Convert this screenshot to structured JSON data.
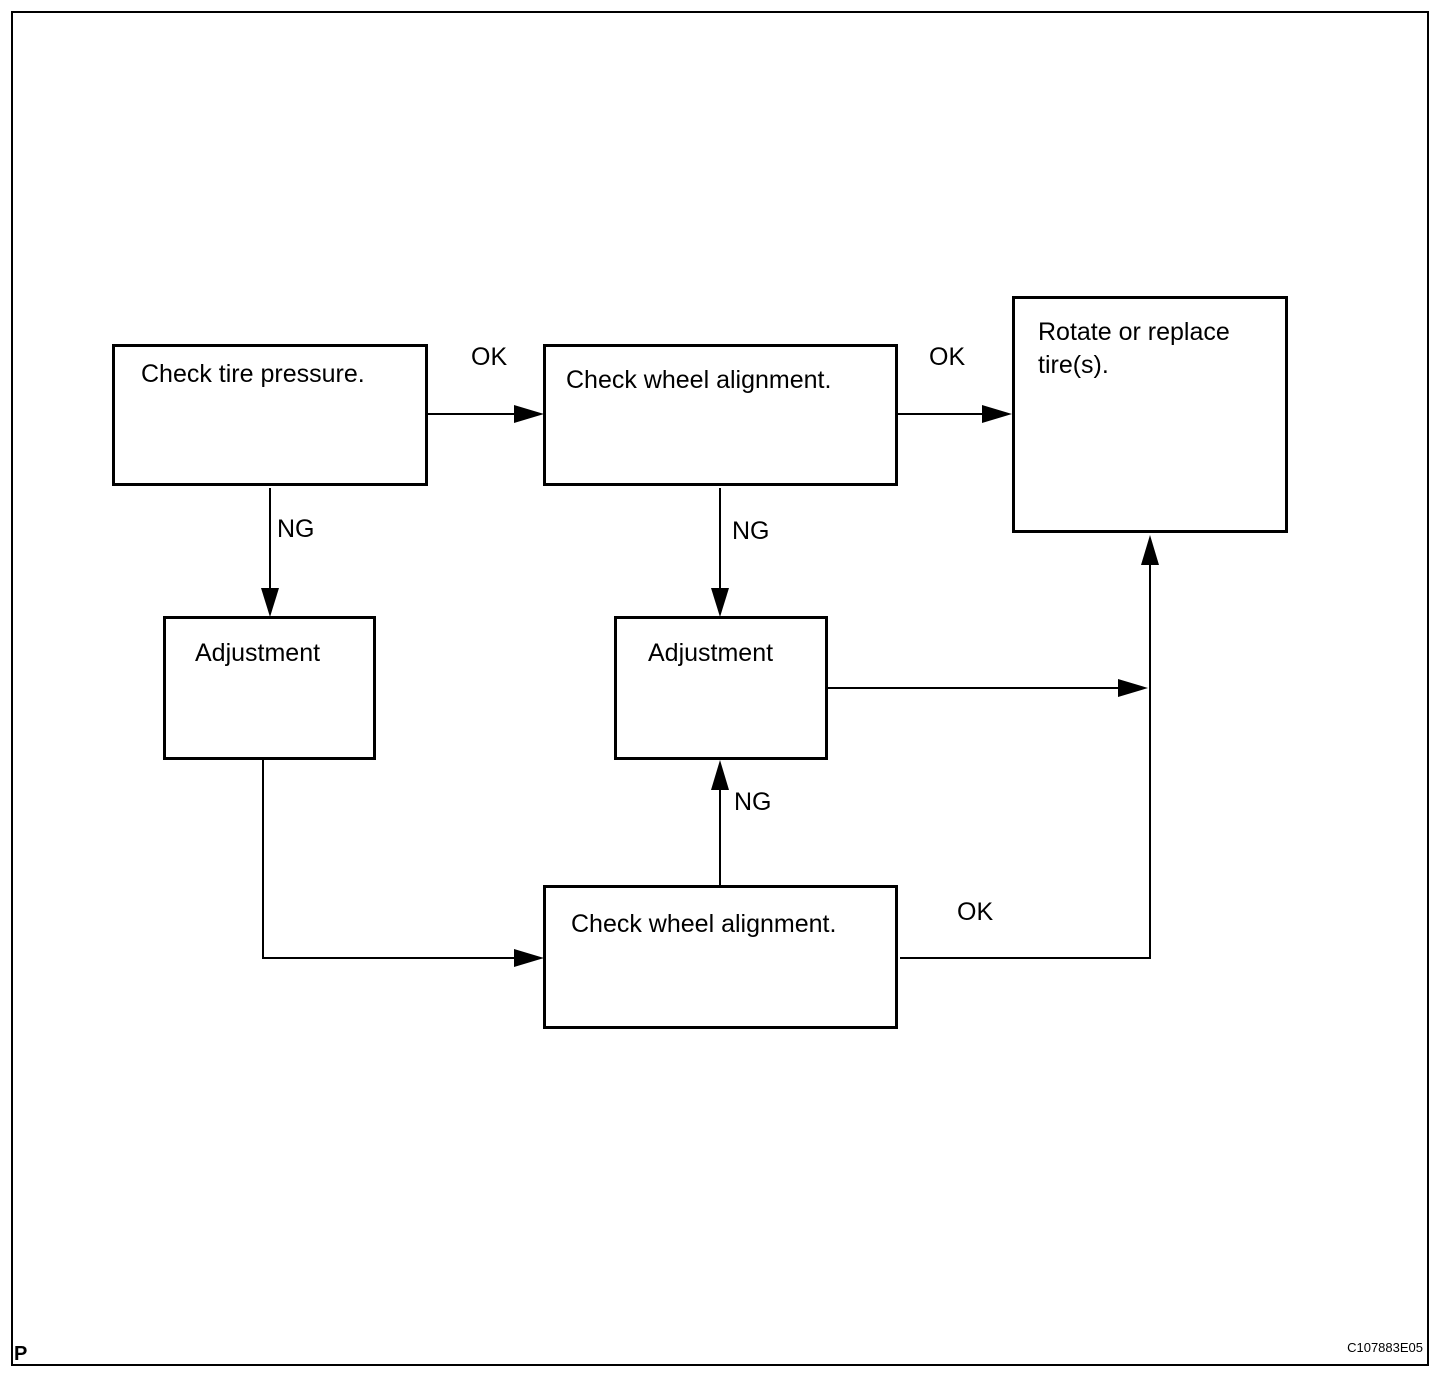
{
  "boxes": {
    "check_tire_pressure": "Check tire pressure.",
    "check_wheel_alignment_1": "Check wheel alignment.",
    "rotate_or_replace": "Rotate or replace\ntire(s).",
    "adjustment_1": "Adjustment",
    "adjustment_2": "Adjustment",
    "check_wheel_alignment_2": "Check wheel alignment."
  },
  "labels": {
    "ok_1": "OK",
    "ok_2": "OK",
    "ok_3": "OK",
    "ng_1": "NG",
    "ng_2": "NG",
    "ng_3": "NG"
  },
  "footer": {
    "corner_letter": "P",
    "figure_code": "C107883E05"
  }
}
